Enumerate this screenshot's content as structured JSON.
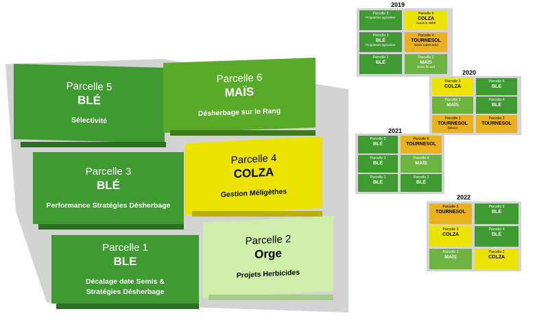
{
  "main": {
    "plots": [
      {
        "parcel": "Parcelle 5",
        "crop": "BLÉ",
        "note": "Sélectivité"
      },
      {
        "parcel": "Parcelle 6",
        "crop": "MAÏS",
        "note": "Désherbage sur le Rang"
      },
      {
        "parcel": "Parcelle 3",
        "crop": "BLÉ",
        "note": "Performance Stratégies Désherbage"
      },
      {
        "parcel": "Parcelle 4",
        "crop": "COLZA",
        "note": "Gestion Méligèthes"
      },
      {
        "parcel": "Parcelle 1",
        "crop": "BLE",
        "note": "Décalage date  Semis &\nStratégies Désherbage"
      },
      {
        "parcel": "Parcelle 2",
        "crop": "Orge",
        "note": "Projets Herbicides"
      }
    ]
  },
  "years": [
    {
      "year": "2019",
      "cells": [
        {
          "p": "Parcelle 5",
          "c": "",
          "s": "Programme agriculteur"
        },
        {
          "p": "Parcelle 6",
          "c": "COLZA",
          "s": "Semis le 30/08"
        },
        {
          "p": "Parcelle 3",
          "c": "BLÉ",
          "s": "Programme agriculteur"
        },
        {
          "p": "Parcelle 4",
          "c": "TOURNESOL",
          "s": "Semis Capet semi"
        },
        {
          "p": "Parcelle 1",
          "c": "BLÉ",
          "s": ""
        },
        {
          "p": "Parcelle 2",
          "c": "MAÏS",
          "s": "Semis fin avril"
        }
      ]
    },
    {
      "year": "2020",
      "cells": [
        {
          "p": "Parcelle 5",
          "c": "COLZA",
          "s": ""
        },
        {
          "p": "Parcelle 6",
          "c": "BLÉ",
          "s": ""
        },
        {
          "p": "Parcelle 3",
          "c": "MAÏS",
          "s": ""
        },
        {
          "p": "Parcelle 4",
          "c": "BLÉ",
          "s": ""
        },
        {
          "p": "Parcelle 1",
          "c": "TOURNESOL",
          "s": "(labour)"
        },
        {
          "p": "Parcelle 2",
          "c": "TOURNESOL",
          "s": ""
        }
      ]
    },
    {
      "year": "2021",
      "cells": [
        {
          "p": "Parcelle 5",
          "c": "BLÉ",
          "s": ""
        },
        {
          "p": "Parcelle 6",
          "c": "TOURNESOL",
          "s": ""
        },
        {
          "p": "Parcelle 3",
          "c": "BLÉ",
          "s": ""
        },
        {
          "p": "Parcelle 4",
          "c": "MAÏS",
          "s": ""
        },
        {
          "p": "Parcelle 1",
          "c": "BLÉ",
          "s": ""
        },
        {
          "p": "Parcelle 2",
          "c": "BLÉ",
          "s": ""
        }
      ]
    },
    {
      "year": "2022",
      "cells": [
        {
          "p": "Parcelle 5",
          "c": "TOURNESOL",
          "s": ""
        },
        {
          "p": "Parcelle 6",
          "c": "BLÉ",
          "s": ""
        },
        {
          "p": "Parcelle 3",
          "c": "COLZA",
          "s": ""
        },
        {
          "p": "Parcelle 4",
          "c": "BLÉ",
          "s": ""
        },
        {
          "p": "Parcelle 1",
          "c": "MAÏS",
          "s": ""
        },
        {
          "p": "Parcelle 2",
          "c": "COLZA",
          "s": ""
        }
      ]
    }
  ]
}
